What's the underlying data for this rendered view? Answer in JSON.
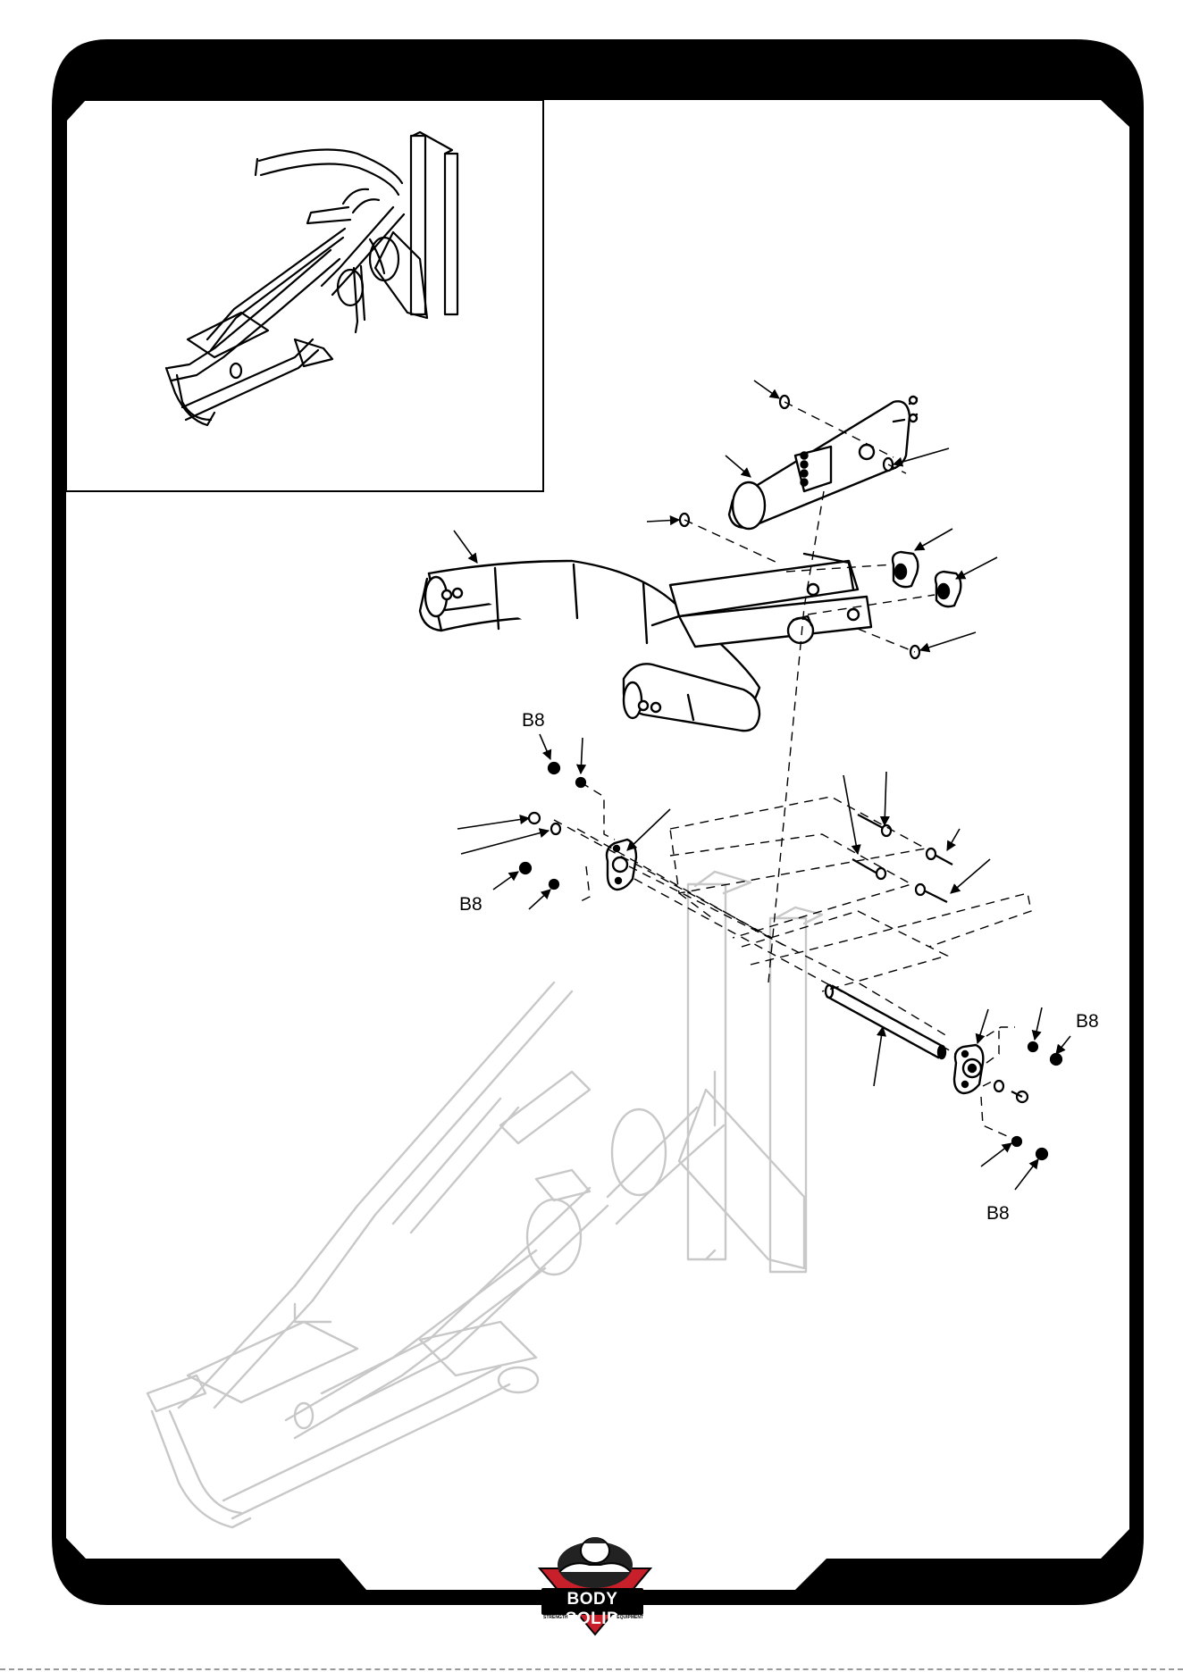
{
  "diagram": {
    "callouts": {
      "b8_top_left": "B8",
      "b8_mid_left": "B8",
      "b8_right": "B8",
      "b8_bottom_right": "B8"
    }
  },
  "brand": {
    "logo_text": "BODY SOLID",
    "tagline_left": "STRENGTH",
    "tagline_right": "EQUIPMENT"
  },
  "colors": {
    "frame": "#000000",
    "background": "#ffffff",
    "ghost_frame": "#c8c8c8",
    "logo_red": "#c8202a"
  }
}
